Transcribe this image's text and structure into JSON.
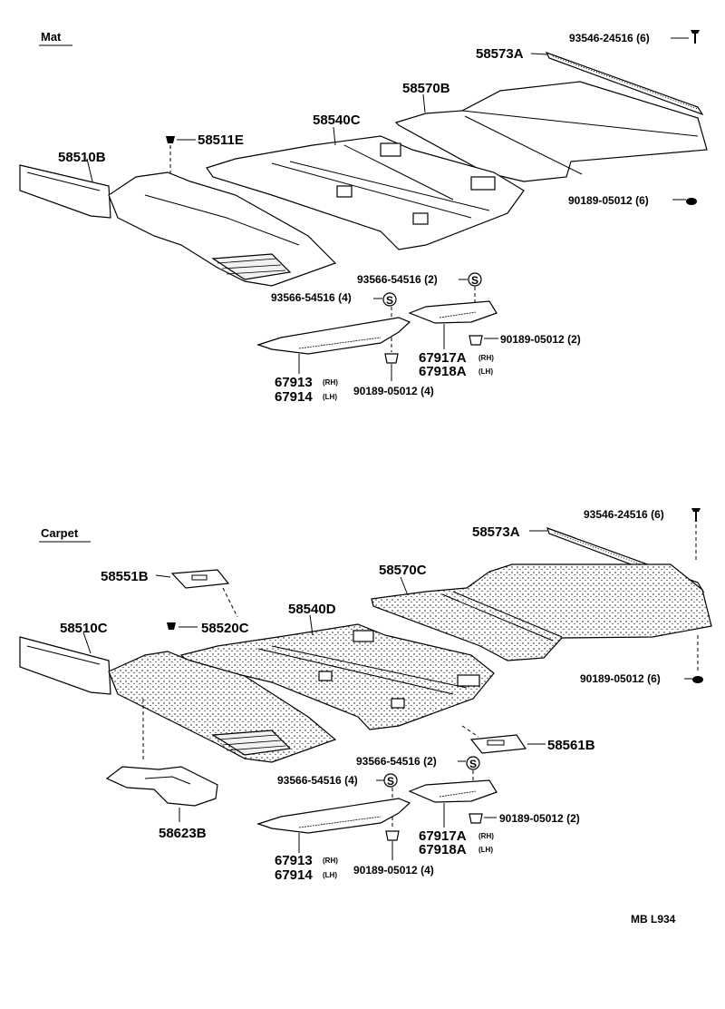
{
  "sections": {
    "mat": {
      "title": "Mat",
      "labels": {
        "p93546": "93546-24516 (6)",
        "p58573": "58573A",
        "p58570": "58570B",
        "p58540": "58540C",
        "p58511": "58511E",
        "p58510": "58510B",
        "p90189_6": "90189-05012 (6)",
        "p93566_2": "93566-54516 (2)",
        "p93566_4": "93566-54516 (4)",
        "p90189_2": "90189-05012 (2)",
        "p67917": "67917A",
        "p67917_tag": "(RH)",
        "p67918": "67918A",
        "p67918_tag": "(LH)",
        "p67913": "67913",
        "p67913_tag": "(RH)",
        "p67914": "67914",
        "p67914_tag": "(LH)",
        "p90189_4": "90189-05012 (4)"
      }
    },
    "carpet": {
      "title": "Carpet",
      "labels": {
        "p93546": "93546-24516 (6)",
        "p58573": "58573A",
        "p58551": "58551B",
        "p58570": "58570C",
        "p58540": "58540D",
        "p58520": "58520C",
        "p58510": "58510C",
        "p90189_6": "90189-05012 (6)",
        "p58561": "58561B",
        "p93566_2": "93566-54516 (2)",
        "p93566_4": "93566-54516 (4)",
        "p90189_2": "90189-05012 (2)",
        "p67917": "67917A",
        "p67917_tag": "(RH)",
        "p67918": "67918A",
        "p67918_tag": "(LH)",
        "p67913": "67913",
        "p67913_tag": "(RH)",
        "p67914": "67914",
        "p67914_tag": "(LH)",
        "p90189_4": "90189-05012 (4)",
        "p58623": "58623B"
      }
    }
  },
  "footer": {
    "code": "MB  L934"
  }
}
